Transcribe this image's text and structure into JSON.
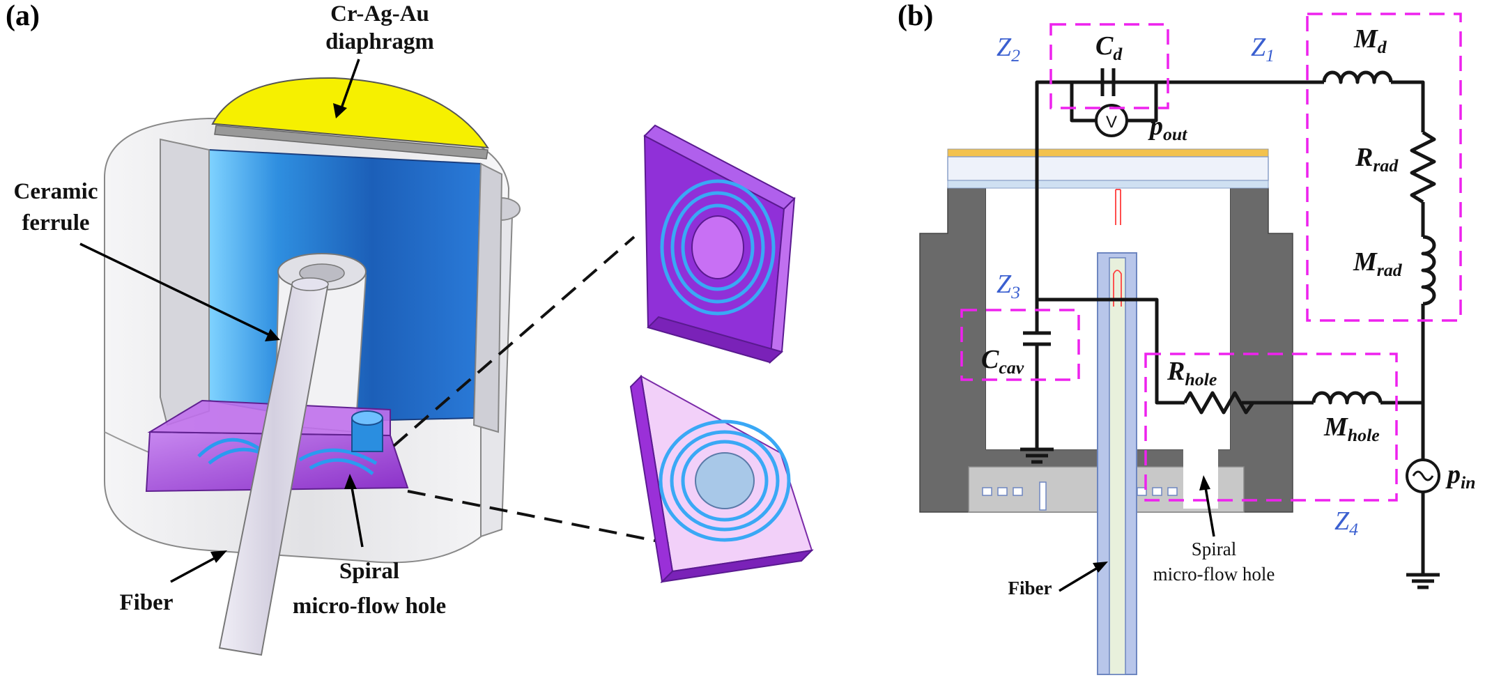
{
  "panel_a": {
    "label": "(a)",
    "diaphragm_label_1": "Cr-Ag-Au",
    "diaphragm_label_2": "diaphragm",
    "ferrule_label_1": "Ceramic",
    "ferrule_label_2": "ferrule",
    "fiber_label": "Fiber",
    "spiral_label_1": "Spiral",
    "spiral_label_2": "micro-flow hole"
  },
  "panel_b": {
    "label": "(b)",
    "z1": {
      "main": "Z",
      "sub": "1"
    },
    "z2": {
      "main": "Z",
      "sub": "2"
    },
    "z3": {
      "main": "Z",
      "sub": "3"
    },
    "z4": {
      "main": "Z",
      "sub": "4"
    },
    "cd": {
      "main": "C",
      "sub": "d"
    },
    "md": {
      "main": "M",
      "sub": "d"
    },
    "rrad": {
      "main": "R",
      "sub": "rad"
    },
    "mrad": {
      "main": "M",
      "sub": "rad"
    },
    "ccav": {
      "main": "C",
      "sub": "cav"
    },
    "rhole": {
      "main": "R",
      "sub": "hole"
    },
    "mhole": {
      "main": "M",
      "sub": "hole"
    },
    "pout": {
      "main": "p",
      "sub": "out"
    },
    "pin": {
      "main": "p",
      "sub": "in"
    },
    "voltmeter_symbol": "V",
    "fiber_label": "Fiber",
    "spiral_label_1": "Spiral",
    "spiral_label_2": "micro-flow hole"
  },
  "colors": {
    "diaphragm_yellow": "#f6f000",
    "cavity_blue": "#2f8fe0",
    "purple": "#a040e0",
    "label_blue": "#3a5fd0",
    "dash_magenta": "#ee22ee",
    "housing_gray": "#6a6a6a"
  }
}
